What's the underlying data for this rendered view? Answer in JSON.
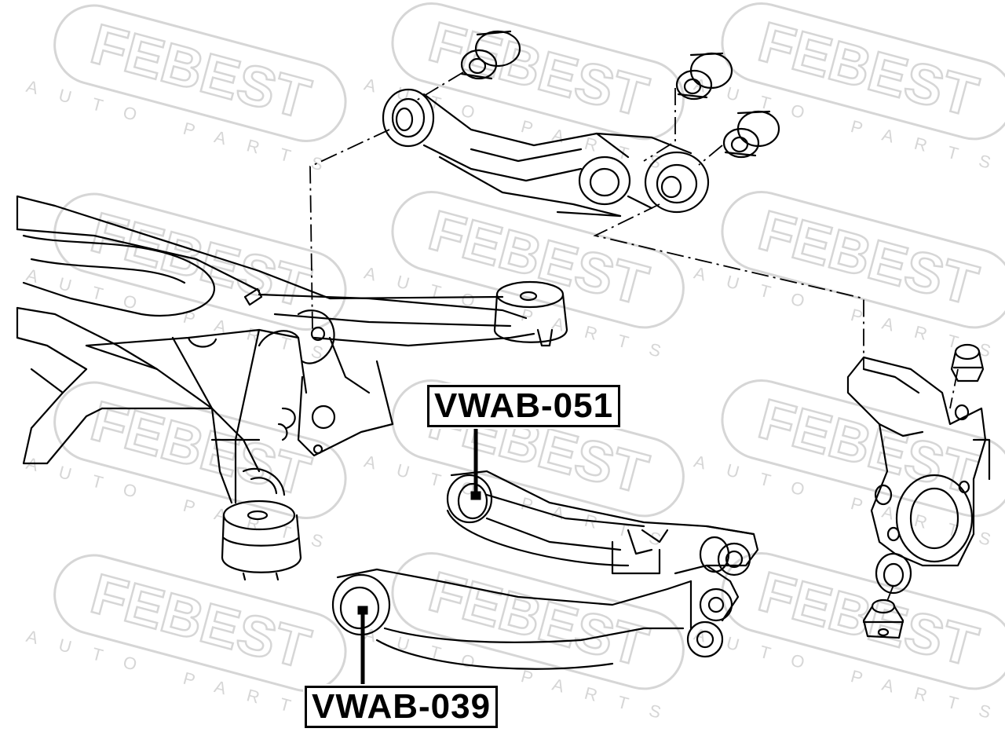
{
  "watermark": {
    "brand": "FEBEST",
    "subtitle": "AUTO PARTS",
    "color": "#d9d9d9"
  },
  "callouts": [
    {
      "part_number": "VWAB-051"
    },
    {
      "part_number": "VWAB-039"
    }
  ],
  "colors": {
    "ink": "#000000",
    "background": "#ffffff"
  }
}
